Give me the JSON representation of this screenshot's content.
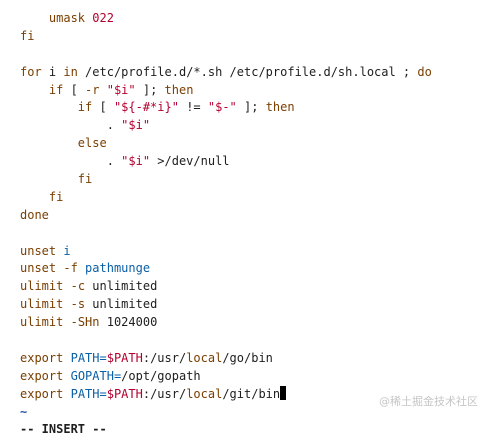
{
  "editor": {
    "lines": [
      [
        {
          "t": "    "
        },
        {
          "t": "umask",
          "c": "kw"
        },
        {
          "t": " "
        },
        {
          "t": "022",
          "c": "str"
        }
      ],
      [
        {
          "t": "fi",
          "c": "kw"
        }
      ],
      [],
      [
        {
          "t": "for",
          "c": "kw"
        },
        {
          "t": " i "
        },
        {
          "t": "in",
          "c": "kw"
        },
        {
          "t": " /etc/profile.d/*.sh /etc/profile.d/sh.local ; "
        },
        {
          "t": "do",
          "c": "kw"
        }
      ],
      [
        {
          "t": "    "
        },
        {
          "t": "if",
          "c": "kw"
        },
        {
          "t": " [ "
        },
        {
          "t": "-r",
          "c": "kw"
        },
        {
          "t": " "
        },
        {
          "t": "\"$i\"",
          "c": "str"
        },
        {
          "t": " ]; "
        },
        {
          "t": "then",
          "c": "kw"
        }
      ],
      [
        {
          "t": "        "
        },
        {
          "t": "if",
          "c": "kw"
        },
        {
          "t": " [ "
        },
        {
          "t": "\"${-#*i}\"",
          "c": "str"
        },
        {
          "t": " != "
        },
        {
          "t": "\"$-\"",
          "c": "str"
        },
        {
          "t": " ]; "
        },
        {
          "t": "then",
          "c": "kw"
        }
      ],
      [
        {
          "t": "            . "
        },
        {
          "t": "\"$i\"",
          "c": "str"
        }
      ],
      [
        {
          "t": "        "
        },
        {
          "t": "else",
          "c": "kw"
        }
      ],
      [
        {
          "t": "            . "
        },
        {
          "t": "\"$i\"",
          "c": "str"
        },
        {
          "t": " >/dev/null"
        }
      ],
      [
        {
          "t": "        "
        },
        {
          "t": "fi",
          "c": "kw"
        }
      ],
      [
        {
          "t": "    "
        },
        {
          "t": "fi",
          "c": "kw"
        }
      ],
      [
        {
          "t": "done",
          "c": "kw"
        }
      ],
      [],
      [
        {
          "t": "unset",
          "c": "kw"
        },
        {
          "t": " "
        },
        {
          "t": "i",
          "c": "var"
        }
      ],
      [
        {
          "t": "unset",
          "c": "kw"
        },
        {
          "t": " "
        },
        {
          "t": "-f",
          "c": "kw"
        },
        {
          "t": " "
        },
        {
          "t": "pathmunge",
          "c": "var"
        }
      ],
      [
        {
          "t": "ulimit",
          "c": "kw"
        },
        {
          "t": " "
        },
        {
          "t": "-c",
          "c": "kw"
        },
        {
          "t": " unlimited"
        }
      ],
      [
        {
          "t": "ulimit",
          "c": "kw"
        },
        {
          "t": " "
        },
        {
          "t": "-s",
          "c": "kw"
        },
        {
          "t": " unlimited"
        }
      ],
      [
        {
          "t": "ulimit",
          "c": "kw"
        },
        {
          "t": " "
        },
        {
          "t": "-SHn",
          "c": "kw"
        },
        {
          "t": " 1024000"
        }
      ],
      [],
      [
        {
          "t": "export",
          "c": "kw"
        },
        {
          "t": " "
        },
        {
          "t": "PATH=",
          "c": "var"
        },
        {
          "t": "$PATH",
          "c": "str"
        },
        {
          "t": ":/usr/"
        },
        {
          "t": "local",
          "c": "kw"
        },
        {
          "t": "/go/bin"
        }
      ],
      [
        {
          "t": "export",
          "c": "kw"
        },
        {
          "t": " "
        },
        {
          "t": "GOPATH=",
          "c": "var"
        },
        {
          "t": "/opt/gopath"
        }
      ],
      [
        {
          "t": "export",
          "c": "kw"
        },
        {
          "t": " "
        },
        {
          "t": "PATH=",
          "c": "var"
        },
        {
          "t": "$PATH",
          "c": "str"
        },
        {
          "t": ":/usr/"
        },
        {
          "t": "local",
          "c": "kw"
        },
        {
          "t": "/git/bin"
        },
        {
          "cursor": true
        }
      ],
      [
        {
          "t": "~",
          "c": "tilde"
        }
      ],
      [
        {
          "t": "-- INSERT --",
          "c": "mode"
        }
      ]
    ]
  },
  "watermark": "@稀土掘金技术社区",
  "colors": {
    "keyword": "#7a3e00",
    "string": "#b4002e",
    "variable": "#0b5fa5",
    "tilde": "#2d52a8"
  }
}
